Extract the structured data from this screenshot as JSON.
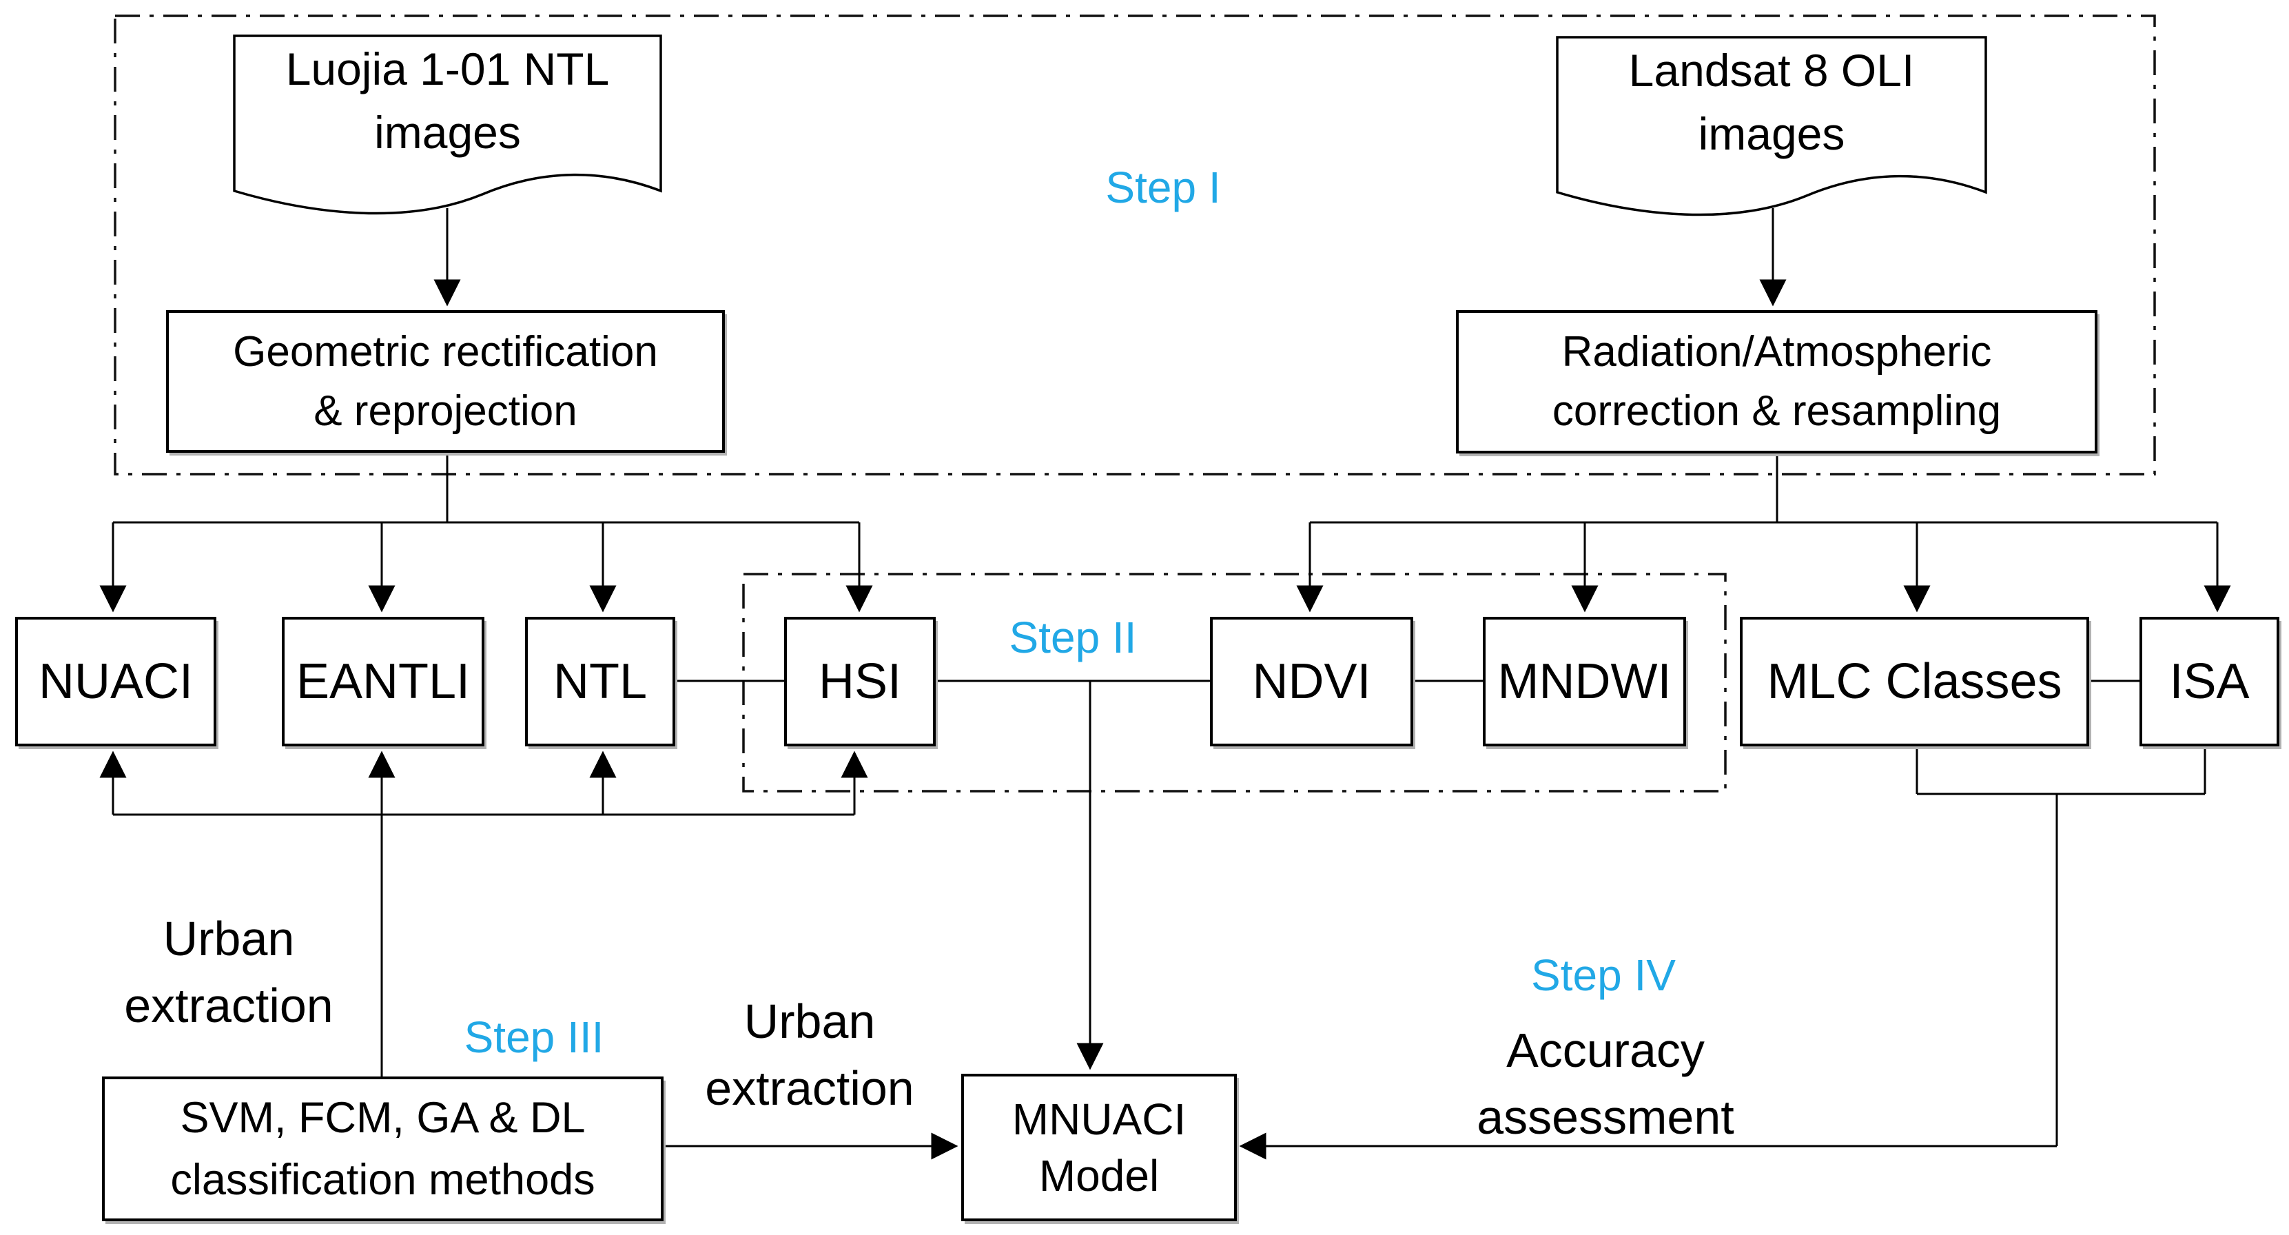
{
  "accent_color": "#21A8E6",
  "steps": {
    "step1": "Step I",
    "step2": "Step II",
    "step3": "Step III",
    "step4": "Step IV"
  },
  "documents": {
    "luojia": {
      "line1": "Luojia 1-01 NTL",
      "line2": "images"
    },
    "landsat": {
      "line1": "Landsat 8 OLI",
      "line2": "images"
    }
  },
  "processes": {
    "geometric": {
      "line1": "Geometric rectification",
      "line2": "& reprojection"
    },
    "radiation": {
      "line1": "Radiation/Atmospheric",
      "line2": "correction & resampling"
    },
    "svm": {
      "line1": "SVM, FCM, GA & DL",
      "line2": "classification methods"
    },
    "mnuaci": {
      "line1": "MNUACI",
      "line2": "Model"
    }
  },
  "indices": {
    "nuaci": "NUACI",
    "eantli": "EANTLI",
    "ntl": "NTL",
    "hsi": "HSI",
    "ndvi": "NDVI",
    "mndwi": "MNDWI",
    "mlc": "MLC Classes",
    "isa": "ISA"
  },
  "annotations": {
    "urban_extraction_left": {
      "line1": "Urban",
      "line2": "extraction"
    },
    "urban_extraction_middle": {
      "line1": "Urban",
      "line2": "extraction"
    },
    "accuracy_assessment": {
      "line1": "Accuracy",
      "line2": "assessment"
    }
  }
}
